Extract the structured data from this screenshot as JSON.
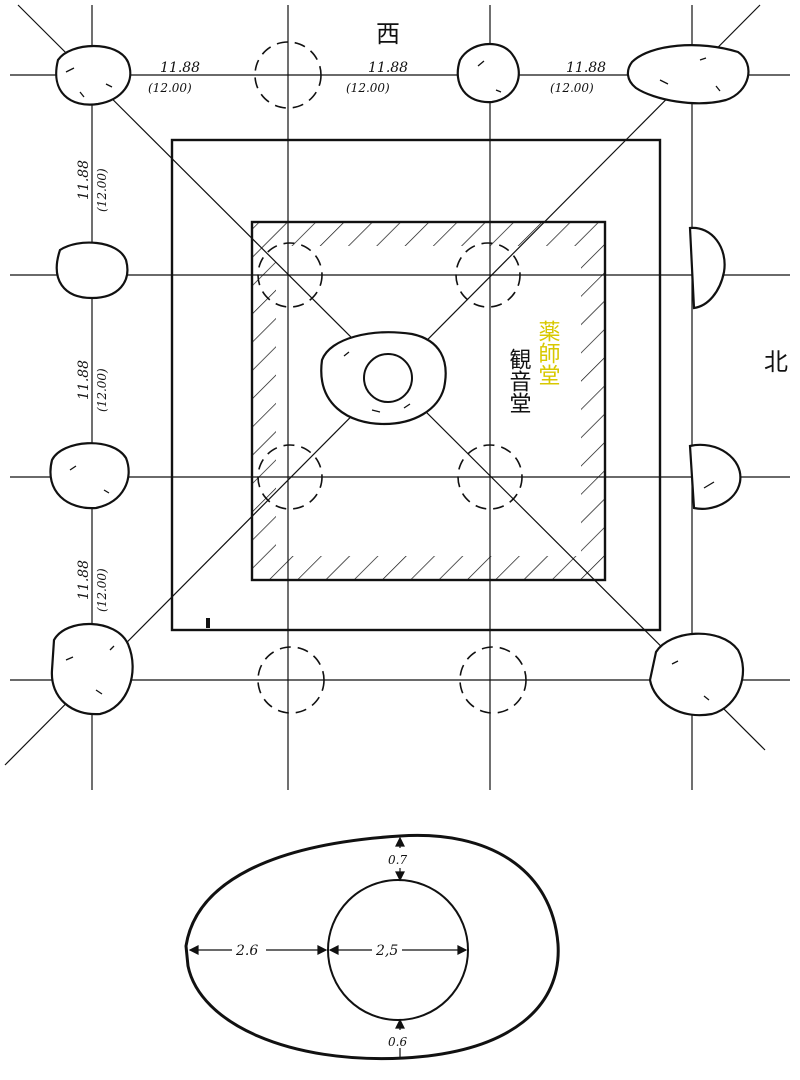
{
  "directions": {
    "west": "西",
    "north": "北"
  },
  "spans": {
    "measured": "11.88",
    "nominal": "(12.00)"
  },
  "hall_labels": {
    "old_name": "観音堂",
    "new_name": "薬師堂"
  },
  "detail": {
    "left_width": "2.6",
    "inner_diameter": "2,5",
    "top_margin": "0.7",
    "bottom_margin": "0.6"
  },
  "colors": {
    "ink": "#111111",
    "highlight": "#d8c800"
  }
}
